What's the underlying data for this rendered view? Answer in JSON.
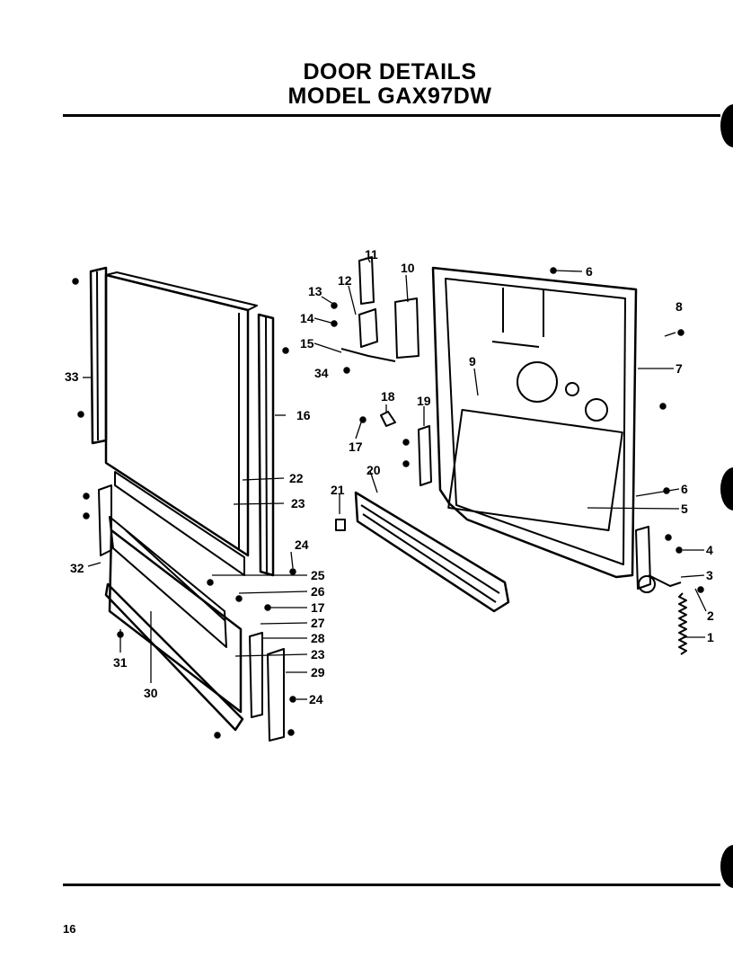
{
  "header": {
    "title_line1": "DOOR  DETAILS",
    "title_line2": "MODEL GAX97DW"
  },
  "footer": {
    "page_number": "16"
  },
  "parts": [
    {
      "id": "p1",
      "label": "1"
    },
    {
      "id": "p2",
      "label": "2"
    },
    {
      "id": "p3",
      "label": "3"
    },
    {
      "id": "p4",
      "label": "4"
    },
    {
      "id": "p5",
      "label": "5"
    },
    {
      "id": "p6a",
      "label": "6"
    },
    {
      "id": "p6b",
      "label": "6"
    },
    {
      "id": "p7",
      "label": "7"
    },
    {
      "id": "p8",
      "label": "8"
    },
    {
      "id": "p9",
      "label": "9"
    },
    {
      "id": "p10",
      "label": "10"
    },
    {
      "id": "p11",
      "label": "11"
    },
    {
      "id": "p12",
      "label": "12"
    },
    {
      "id": "p13",
      "label": "13"
    },
    {
      "id": "p14",
      "label": "14"
    },
    {
      "id": "p15",
      "label": "15"
    },
    {
      "id": "p16",
      "label": "16"
    },
    {
      "id": "p17a",
      "label": "17"
    },
    {
      "id": "p17b",
      "label": "17"
    },
    {
      "id": "p18",
      "label": "18"
    },
    {
      "id": "p19",
      "label": "19"
    },
    {
      "id": "p20",
      "label": "20"
    },
    {
      "id": "p21",
      "label": "21"
    },
    {
      "id": "p22",
      "label": "22"
    },
    {
      "id": "p23a",
      "label": "23"
    },
    {
      "id": "p23b",
      "label": "23"
    },
    {
      "id": "p24a",
      "label": "24"
    },
    {
      "id": "p24b",
      "label": "24"
    },
    {
      "id": "p25",
      "label": "25"
    },
    {
      "id": "p26",
      "label": "26"
    },
    {
      "id": "p27",
      "label": "27"
    },
    {
      "id": "p28",
      "label": "28"
    },
    {
      "id": "p29",
      "label": "29"
    },
    {
      "id": "p30",
      "label": "30"
    },
    {
      "id": "p31",
      "label": "31"
    },
    {
      "id": "p32",
      "label": "32"
    },
    {
      "id": "p33",
      "label": "33"
    },
    {
      "id": "p34",
      "label": "34"
    }
  ]
}
